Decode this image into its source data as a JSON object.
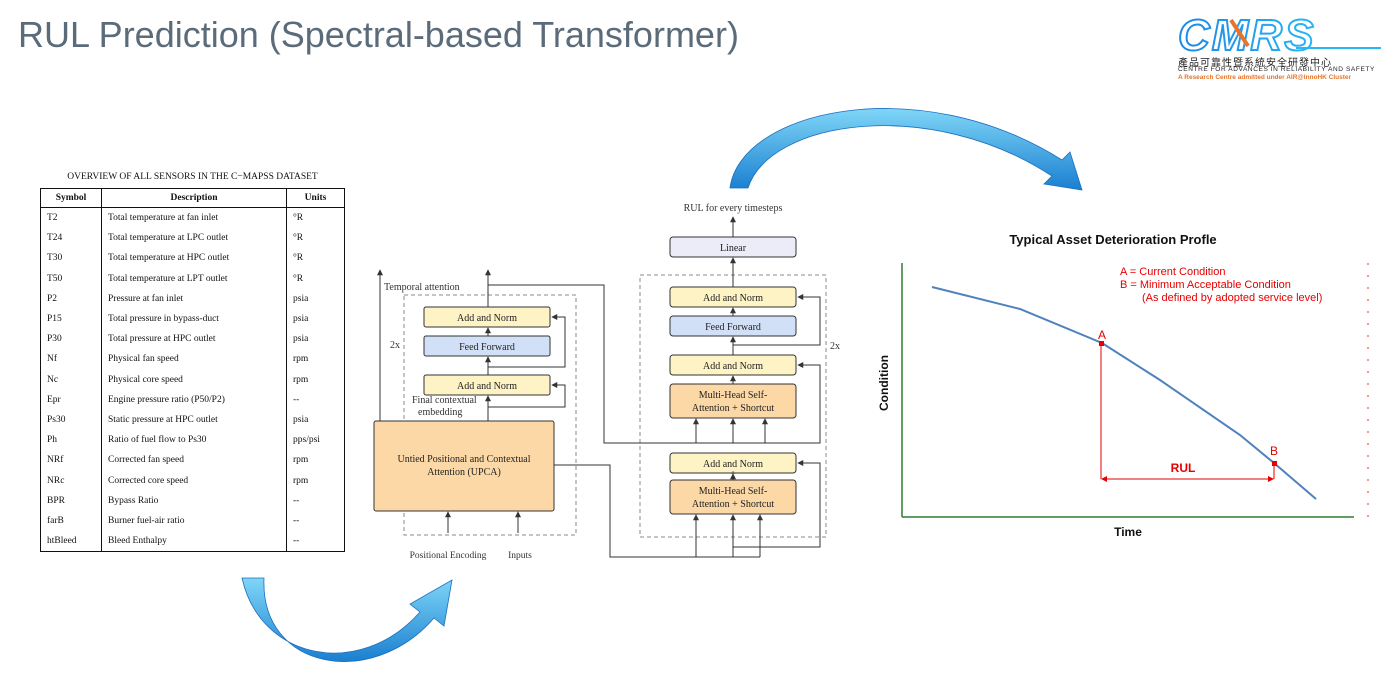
{
  "page": {
    "title": "RUL Prediction (Spectral-based Transformer)"
  },
  "logo": {
    "wordmark": "CMRS",
    "chinese_name": "產品可靠性暨系統安全研發中心",
    "english_name": "CENTRE FOR ADVANCES IN RELIABILITY AND SAFETY",
    "subtitle": "A Research Centre admitted under AIR@InnoHK Cluster"
  },
  "sensor_table": {
    "title": "OVERVIEW OF ALL SENSORS IN THE C−MAPSS DATASET",
    "headers": [
      "Symbol",
      "Description",
      "Units"
    ],
    "rows": [
      [
        "T2",
        "Total temperature at fan inlet",
        "°R"
      ],
      [
        "T24",
        "Total temperature at LPC outlet",
        "°R"
      ],
      [
        "T30",
        "Total temperature at HPC outlet",
        "°R"
      ],
      [
        "T50",
        "Total temperature at LPT outlet",
        "°R"
      ],
      [
        "P2",
        "Pressure at fan inlet",
        "psia"
      ],
      [
        "P15",
        "Total pressure in bypass-duct",
        "psia"
      ],
      [
        "P30",
        "Total pressure at HPC outlet",
        "psia"
      ],
      [
        "Nf",
        "Physical fan speed",
        "rpm"
      ],
      [
        "Nc",
        "Physical core speed",
        "rpm"
      ],
      [
        "Epr",
        "Engine pressure ratio (P50/P2)",
        "--"
      ],
      [
        "Ps30",
        "Static pressure at HPC outlet",
        "psia"
      ],
      [
        "Ph",
        "Ratio of fuel flow to Ps30",
        "pps/psi"
      ],
      [
        "NRf",
        "Corrected fan speed",
        "rpm"
      ],
      [
        "NRc",
        "Corrected core speed",
        "rpm"
      ],
      [
        "BPR",
        "Bypass Ratio",
        "--"
      ],
      [
        "farB",
        "Burner fuel-air ratio",
        "--"
      ],
      [
        "htBleed",
        "Bleed Enthalpy",
        "--"
      ]
    ]
  },
  "architecture": {
    "left": {
      "output_label": "Temporal attention",
      "repeat_label": "2x",
      "add_norm_top": "Add and Norm",
      "feed_forward": "Feed Forward",
      "add_norm_bottom": "Add and Norm",
      "embedding_label_1": "Final contextual",
      "embedding_label_2": "embedding",
      "upca_line1": "Untied Positional and Contextual",
      "upca_line2": "Attention (UPCA)",
      "input_positional": "Positional Encoding",
      "input_inputs": "Inputs"
    },
    "right": {
      "output_label": "RUL for every timesteps",
      "linear": "Linear",
      "repeat_label": "2x",
      "add_norm_1": "Add and Norm",
      "feed_forward": "Feed Forward",
      "add_norm_2": "Add and Norm",
      "mhsa_top_1": "Multi-Head Self-",
      "mhsa_top_2": "Attention + Shortcut",
      "add_norm_3": "Add and Norm",
      "mhsa_bottom_1": "Multi-Head Self-",
      "mhsa_bottom_2": "Attention + Shortcut"
    }
  },
  "deterioration": {
    "title": "Typical Asset Deterioration Profle",
    "legend_a": "A = Current Condition",
    "legend_b": "B = Minimum Acceptable Condition",
    "legend_b2": "(As defined by adopted service level)",
    "point_a": "A",
    "point_b": "B",
    "rul_label": "RUL",
    "y_label": "Condition",
    "x_label": "Time",
    "colors": {
      "curve": "#4f81bd",
      "annotation": "#e60000",
      "axes": "#2e7d32"
    }
  },
  "colors": {
    "arrow_light": "#5bc8f5",
    "arrow_dark": "#1a6fc1",
    "yellow_box": "#fdf3c4",
    "orange_box": "#fbd8a5",
    "blue_box": "#d2e0f7",
    "lavender_box": "#ecebf8"
  }
}
